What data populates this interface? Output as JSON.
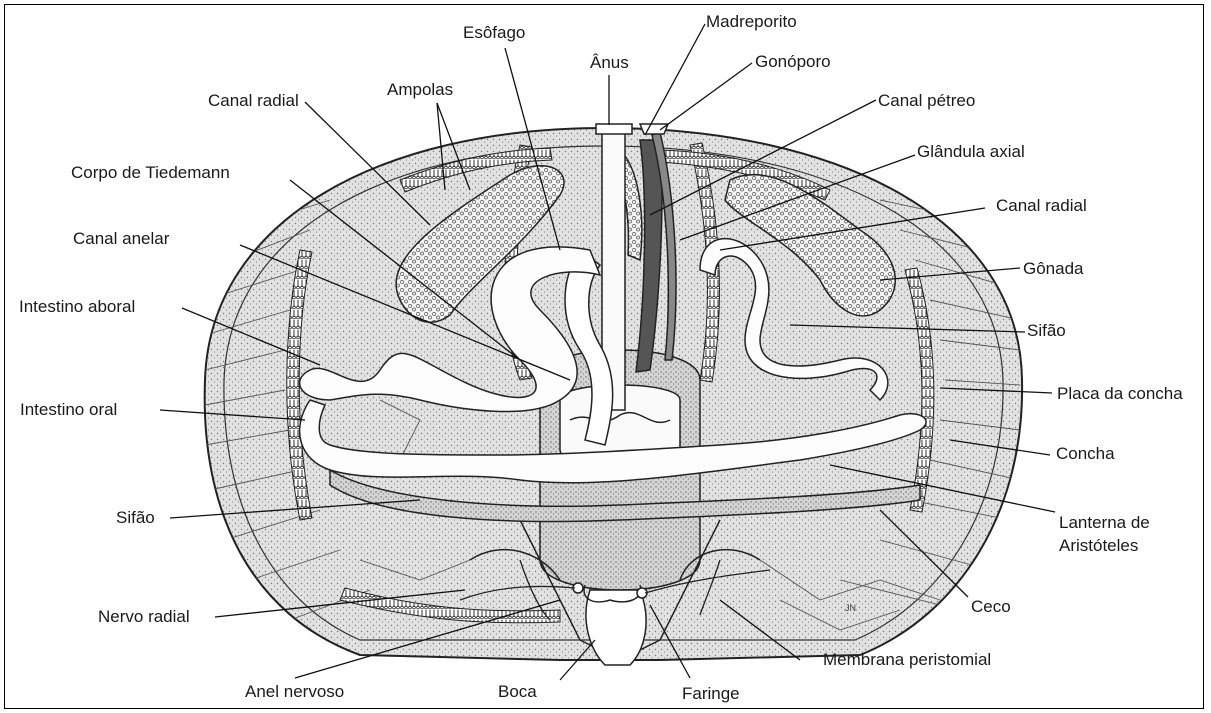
{
  "labels": {
    "esofago": "Esôfago",
    "madreporito": "Madreporito",
    "anus": "Ânus",
    "gonoporo": "Gonóporo",
    "canal_pétreo": "Canal pétreo",
    "canal_radial_left": "Canal radial",
    "ampolas": "Ampolas",
    "glandula_axial": "Glândula axial",
    "corpo_tiedemann": "Corpo de Tiedemann",
    "canal_radial_right": "Canal radial",
    "canal_anelar": "Canal anelar",
    "gonada": "Gônada",
    "intestino_aboral": "Intestino aboral",
    "sifao_right": "Sifão",
    "placa_concha": "Placa da concha",
    "intestino_oral": "Intestino oral",
    "concha": "Concha",
    "sifao_left": "Sifão",
    "lanterna": "Lanterna de",
    "lanterna_2": "Aristóteles",
    "nervo_radial": "Nervo radial",
    "ceco": "Ceco",
    "membrana": "Membrana peristomial",
    "anel_nervoso": "Anel nervoso",
    "boca": "Boca",
    "faringe": "Faringe",
    "signature": "JN"
  }
}
